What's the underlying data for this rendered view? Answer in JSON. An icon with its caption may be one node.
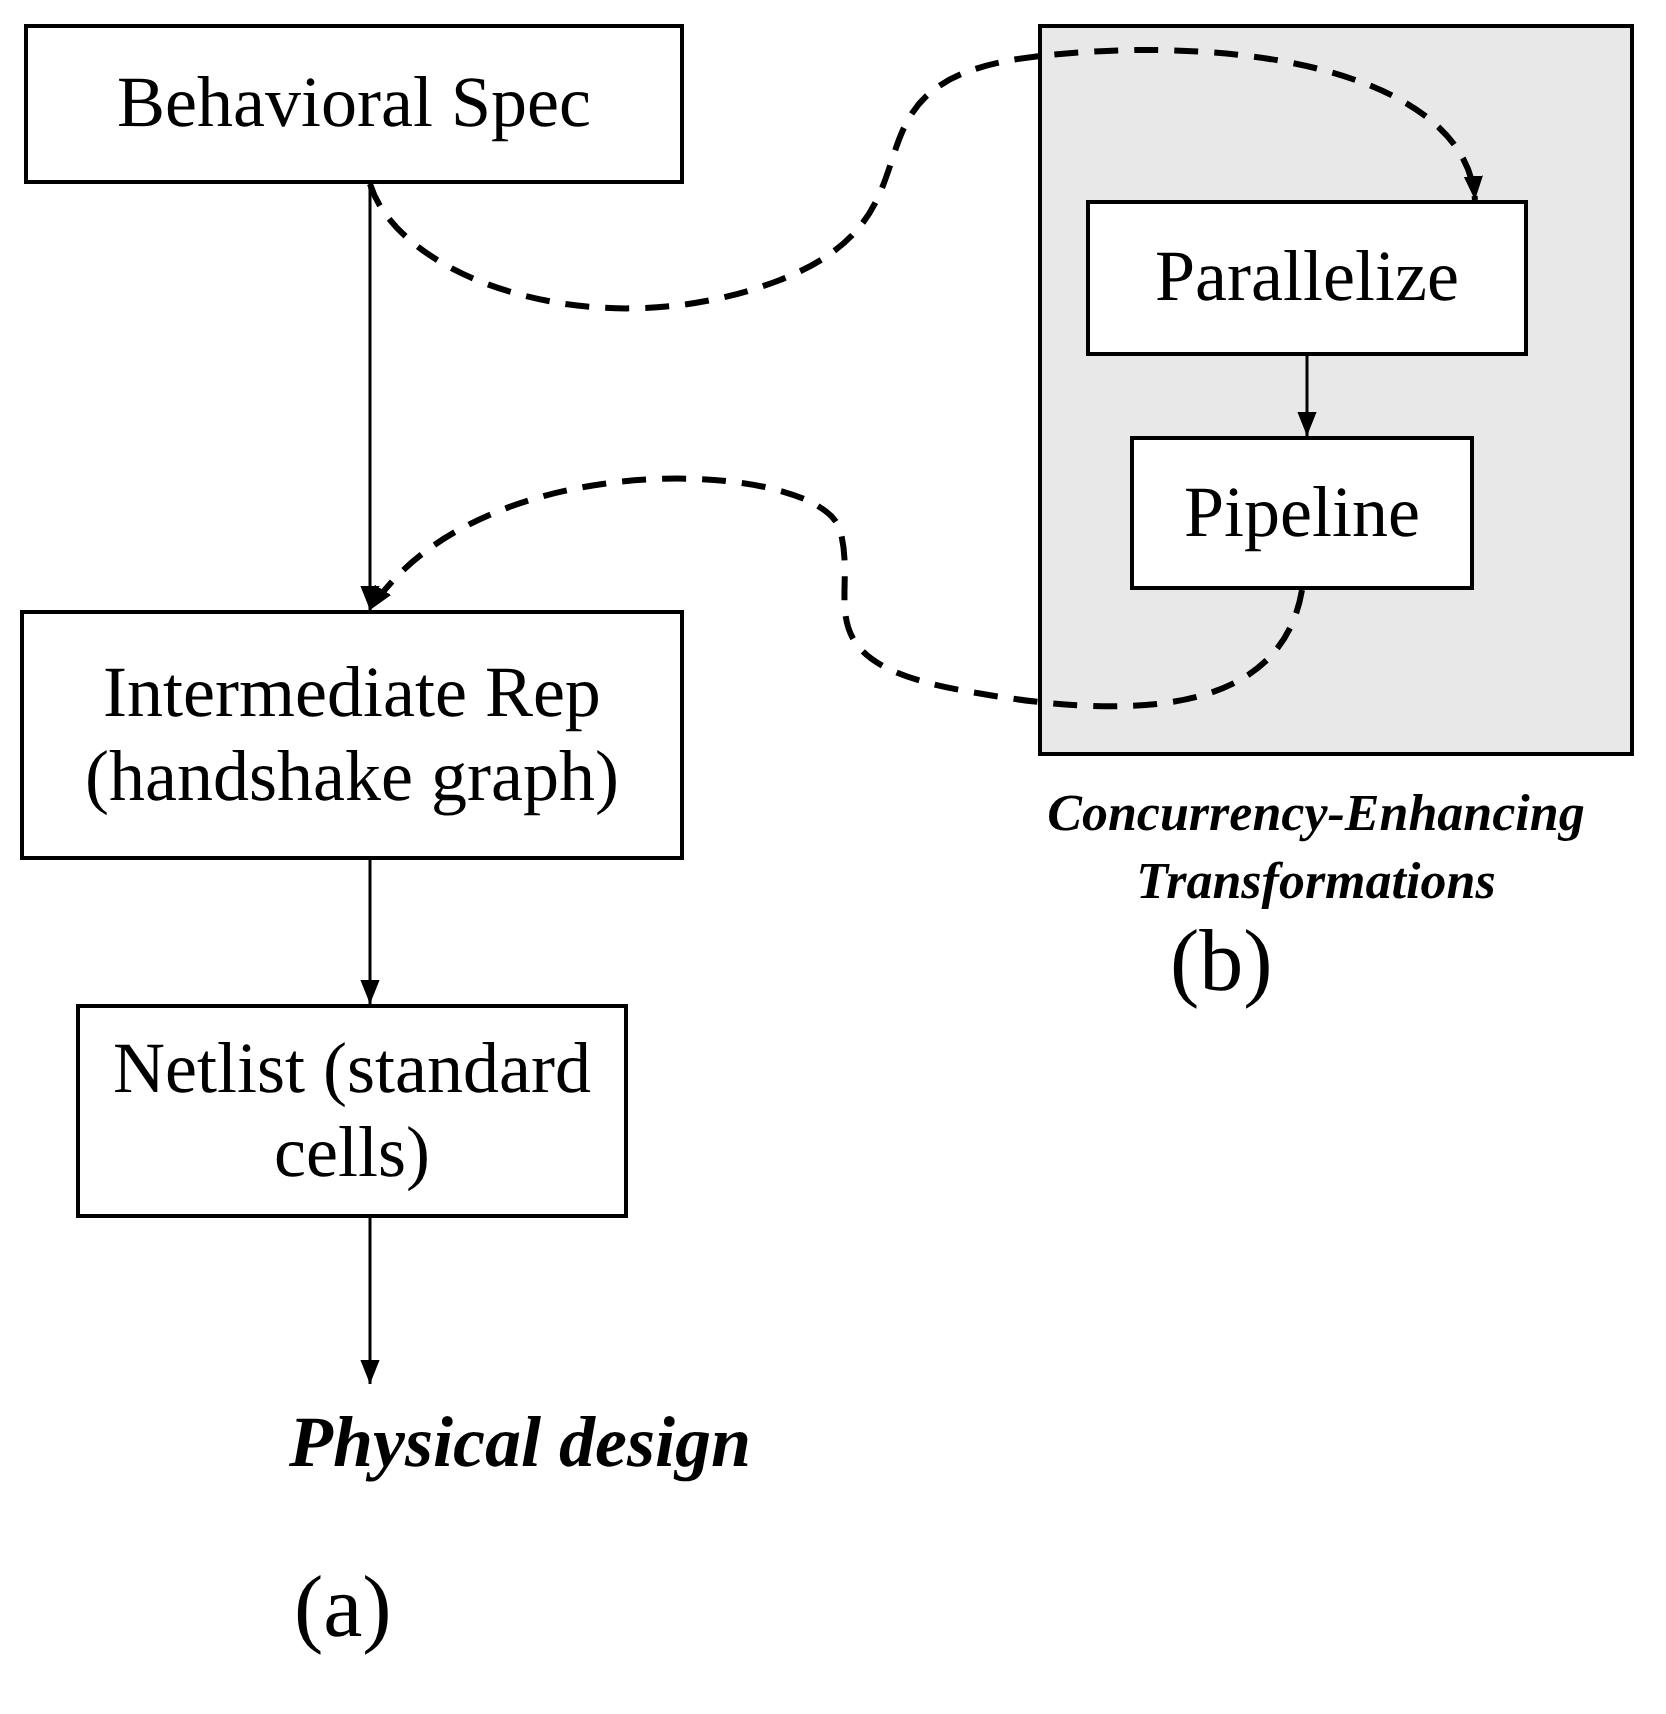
{
  "diagram": {
    "nodes": [
      {
        "text": [
          "Behavioral Spec"
        ]
      },
      {
        "text": [],
        "shape": "box",
        "beside": [
          "Concurrency-Enhancing Transformations"
        ]
      },
      {
        "text": [
          "Parallelize"
        ],
        "in": 1
      },
      {
        "text": [
          "Pipeline"
        ],
        "in": 1
      },
      {
        "text": [
          "Intermediate Rep (handshake graph)"
        ]
      },
      {
        "text": [
          "Netlist (standard cells)"
        ]
      },
      {
        "text": [
          "Physical design"
        ]
      }
    ],
    "edges": [
      {
        "from": 0,
        "to": 4,
        "arrow": "to"
      },
      {
        "from": 4,
        "to": 5,
        "arrow": "to"
      },
      {
        "from": 5,
        "to": 6,
        "arrow": "to"
      },
      {
        "from": 2,
        "to": 3,
        "arrow": "to"
      },
      {
        "from": 0,
        "to": 2,
        "arrow": "to",
        "style": "dashed"
      },
      {
        "from": 3,
        "to": 4,
        "arrow": "to",
        "style": "dashed"
      }
    ],
    "labels": [
      "(b)",
      "(a)"
    ]
  }
}
